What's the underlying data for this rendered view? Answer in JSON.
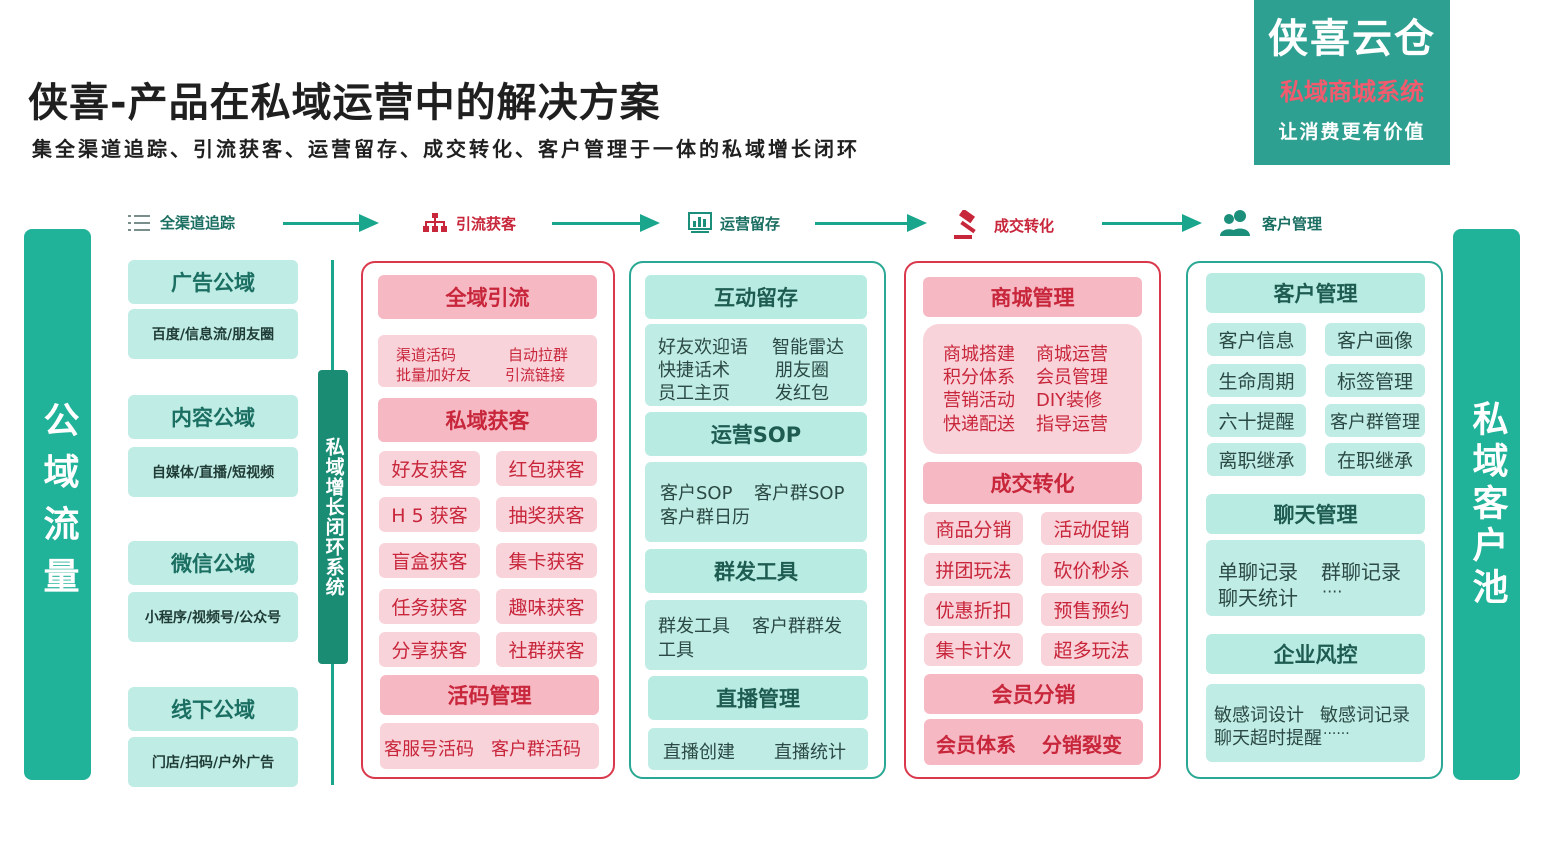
{
  "header": {
    "title": "侠喜-产品在私域运营中的解决方案",
    "subtitle": "集全渠道追踪、引流获客、运营留存、成交转化、客户管理于一体的私域增长闭环"
  },
  "brand": {
    "name": "侠喜云仓",
    "product": "私域商城系统",
    "slogan": "让消费更有价值"
  },
  "stages": [
    {
      "label": "全渠道追踪",
      "icon": "list-icon"
    },
    {
      "label": "引流获客",
      "icon": "hierarchy-icon"
    },
    {
      "label": "运营留存",
      "icon": "bar-chart-icon"
    },
    {
      "label": "成交转化",
      "icon": "gavel-icon"
    },
    {
      "label": "客户管理",
      "icon": "users-icon"
    }
  ],
  "left_sidebar": "公域流量",
  "right_sidebar": "私域客户池",
  "loop_label": "私域增长闭环系统",
  "sources": [
    {
      "title": "广告公域",
      "sub": "百度/信息流/朋友圈"
    },
    {
      "title": "内容公域",
      "sub": "自媒体/直播/短视频"
    },
    {
      "title": "微信公域",
      "sub": "小程序/视频号/公众号"
    },
    {
      "title": "线下公域",
      "sub": "门店/扫码/户外广告"
    }
  ],
  "acquisition": {
    "h1": "全域引流",
    "items1": [
      "渠道活码",
      "自动拉群",
      "批量加好友",
      "引流链接"
    ],
    "h2": "私域获客",
    "items2": [
      "好友获客",
      "红包获客",
      "H 5 获客",
      "抽奖获客",
      "盲盒获客",
      "集卡获客",
      "任务获客",
      "趣味获客",
      "分享获客",
      "社群获客"
    ],
    "h3": "活码管理",
    "items3": [
      "客服号活码",
      "客户群活码"
    ]
  },
  "retention": {
    "h1": "互动留存",
    "items1": [
      "好友欢迎语",
      "智能雷达",
      "快捷话术",
      "朋友圈",
      "员工主页",
      "发红包"
    ],
    "h2": "运营SOP",
    "items2": [
      "客户SOP",
      "客户群SOP",
      "客户群日历"
    ],
    "h3": "群发工具",
    "items3": [
      "群发工具",
      "客户群群发",
      "工具"
    ],
    "h4": "直播管理",
    "items4": [
      "直播创建",
      "直播统计"
    ]
  },
  "conversion": {
    "h1": "商城管理",
    "items1": [
      "商城搭建",
      "商城运营",
      "积分体系",
      "会员管理",
      "营销活动",
      "DIY装修",
      "快递配送",
      "指导运营"
    ],
    "h2": "成交转化",
    "items2": [
      "商品分销",
      "活动促销",
      "拼团玩法",
      "砍价秒杀",
      "优惠折扣",
      "预售预约",
      "集卡计次",
      "超多玩法"
    ],
    "h3": "会员分销",
    "items3": [
      "会员体系",
      "分销裂变"
    ]
  },
  "customers": {
    "h1": "客户管理",
    "items1": [
      "客户信息",
      "客户画像",
      "生命周期",
      "标签管理",
      "六十提醒",
      "客户群管理",
      "离职继承",
      "在职继承"
    ],
    "h2": "聊天管理",
    "items2": [
      "单聊记录",
      "群聊记录",
      "聊天统计",
      "····"
    ],
    "h3": "企业风控",
    "items3": [
      "敏感词设计",
      "敏感词记录",
      "聊天超时提醒",
      "······"
    ]
  },
  "colors": {
    "green": "#21b29a",
    "red": "#d9384d",
    "brand": "#2ea091"
  }
}
